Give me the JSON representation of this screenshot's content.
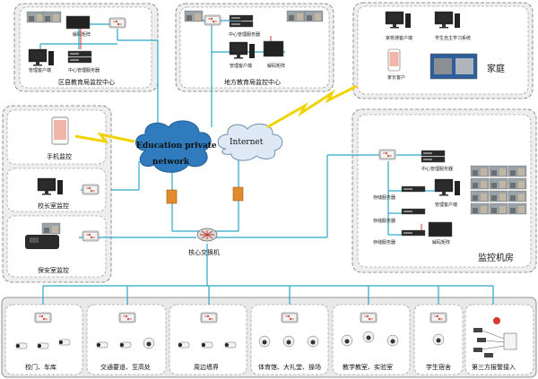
{
  "regions": {
    "district_center": "区县教育局监控中心",
    "local_center": "地方教育局监控中心",
    "home": "家庭",
    "monitor_room": "监控机房"
  },
  "devices": {
    "district_decoder": "解码矩阵",
    "district_client": "管理客户端",
    "district_mgmt": "中心管理服务器",
    "local_mgmt": "中心管理服务器",
    "local_client": "管理客户端",
    "local_decoder": "解码矩阵",
    "home_parent_client": "家校通客户端",
    "home_student_sys": "学生自主学习系统",
    "phone_small_label": "家长客户",
    "phone_monitor": "手机监控",
    "principal_monitor": "校长室监控",
    "security_monitor": "保安室监控",
    "core_switch": "核心交换机",
    "room_mgmt": "中心管理服务器",
    "room_storage_1": "存储服务器",
    "room_client": "管理客户端",
    "room_storage_2": "存储服务器",
    "room_storage_3": "存储服务器",
    "room_decoder": "解码矩阵"
  },
  "networks": {
    "edu": "Education private network",
    "internet": "Internet"
  },
  "zones": [
    "校门、车库",
    "交通要道、至高处",
    "周边墙界",
    "体育馆、大礼堂、操场",
    "教学教室、实验室",
    "学生宿舍",
    "第三方报警接入"
  ],
  "colors": {
    "line": "#2aa7c9",
    "cloud": "#2f7bbd",
    "firewall": "#e38a2d",
    "region_bg": "#eeeeee",
    "zone_bg": "#e9e9e9"
  }
}
